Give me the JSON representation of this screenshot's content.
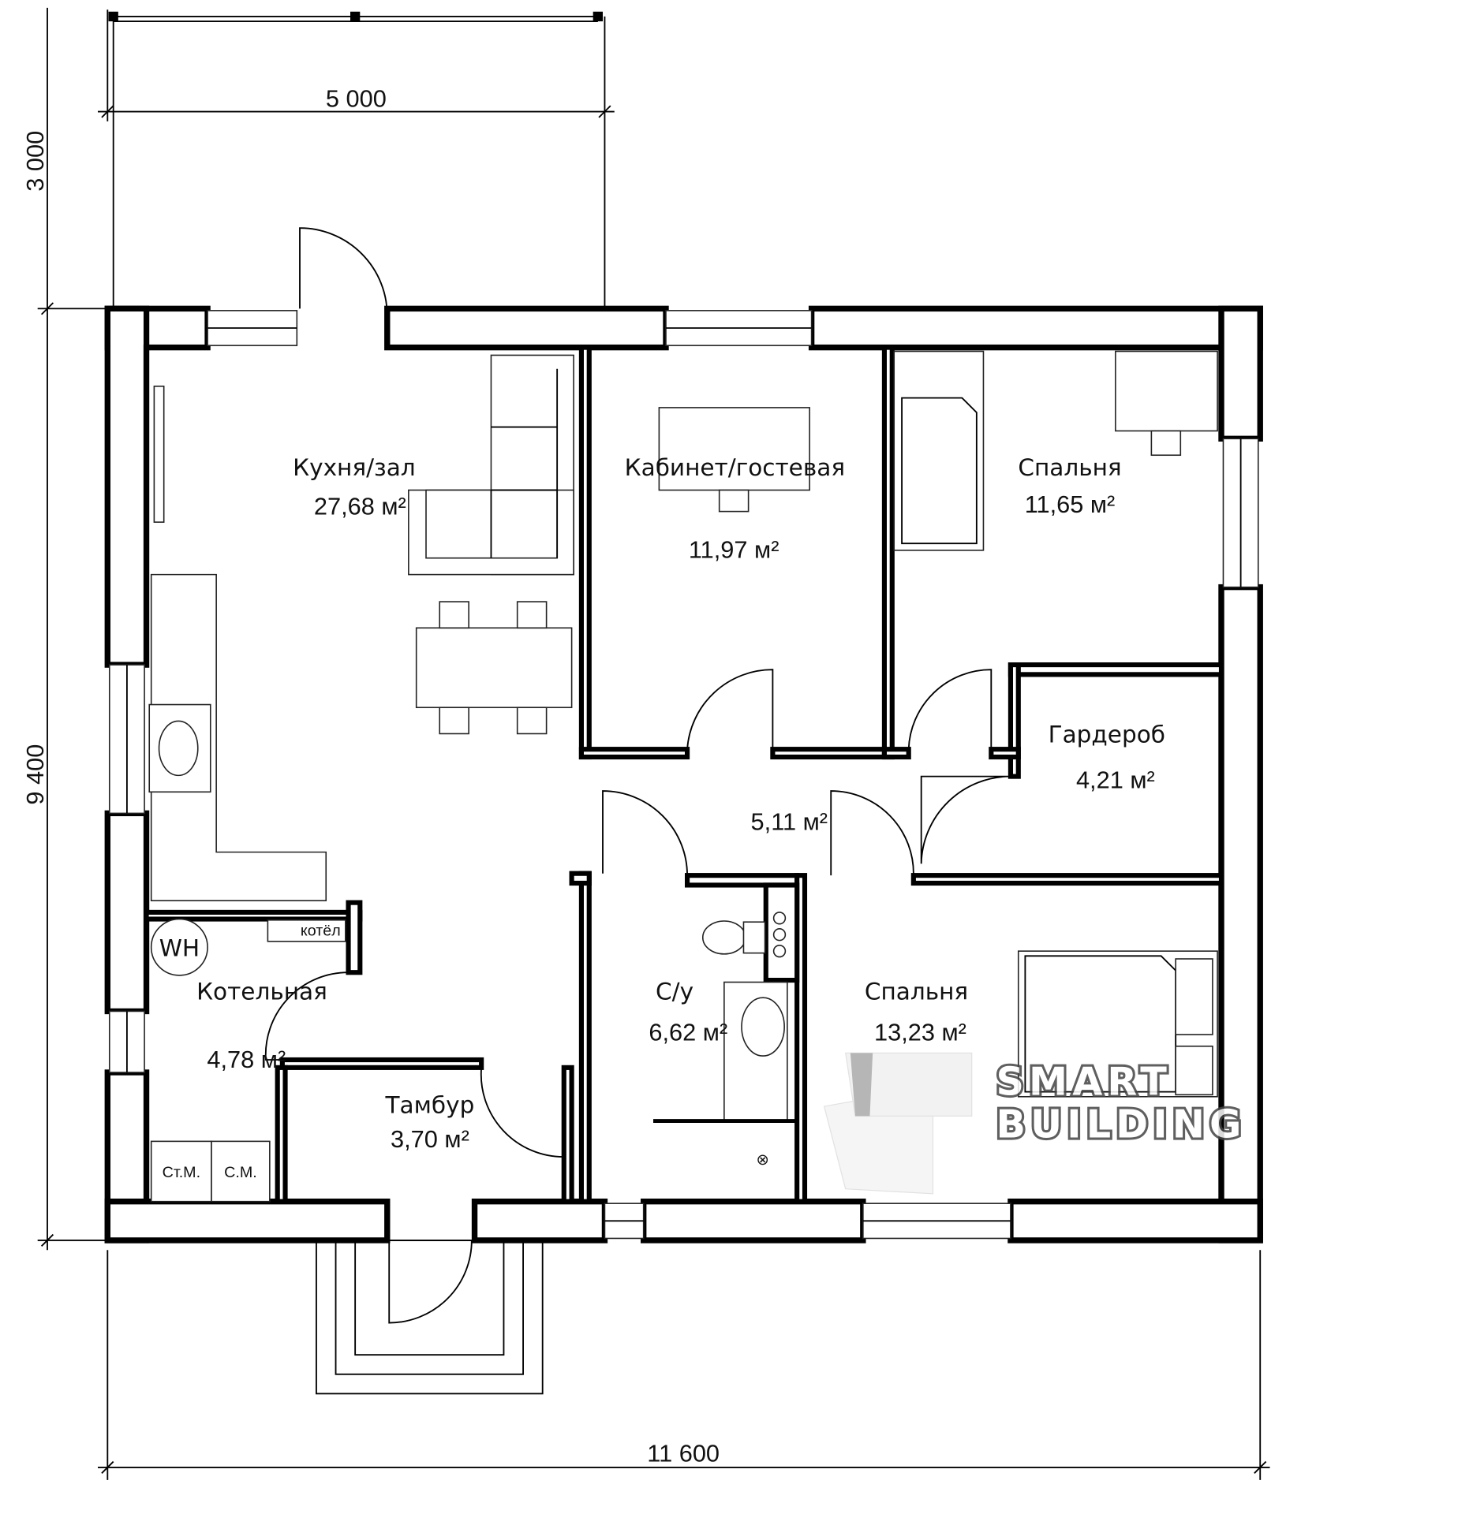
{
  "dimensions": {
    "terrace_width": "5 000",
    "terrace_depth": "3 000",
    "house_depth": "9 400",
    "house_width": "11 600"
  },
  "rooms": [
    {
      "name": "Кухня/зал",
      "area": "27,68 м²"
    },
    {
      "name": "Кабинет/гостевая",
      "area": "11,97 м²"
    },
    {
      "name": "Спальня",
      "area": "11,65 м²"
    },
    {
      "name": "Гардероб",
      "area": "4,21 м²"
    },
    {
      "name": "",
      "area": "5,11 м²"
    },
    {
      "name": "С/у",
      "area": "6,62 м²"
    },
    {
      "name": "Спальня",
      "area": "13,23 м²"
    },
    {
      "name": "Котельная",
      "area": "4,78 м²"
    },
    {
      "name": "Тамбур",
      "area": "3,70 м²"
    }
  ],
  "equipment": {
    "boiler": "котёл",
    "water_heater": "WH",
    "dryer": "Ст.М.",
    "washer": "С.М."
  },
  "watermark": {
    "line1": "SMART",
    "line2": "BUILDING"
  }
}
